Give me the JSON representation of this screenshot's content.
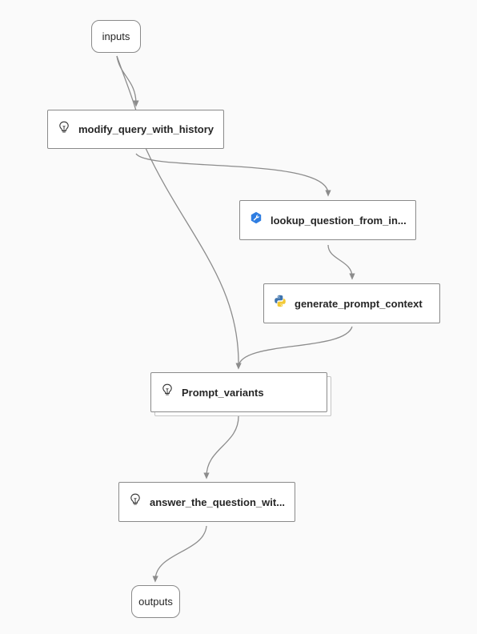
{
  "flow": {
    "inputs_label": "inputs",
    "outputs_label": "outputs",
    "nodes": [
      {
        "id": "modify_query_with_history",
        "label": "modify_query_with_history",
        "icon": "lightbulb-icon"
      },
      {
        "id": "lookup_question_from_index",
        "label": "lookup_question_from_in...",
        "icon": "wrench-icon"
      },
      {
        "id": "generate_prompt_context",
        "label": "generate_prompt_context",
        "icon": "python-icon"
      },
      {
        "id": "prompt_variants",
        "label": "Prompt_variants",
        "icon": "lightbulb-icon"
      },
      {
        "id": "answer_the_question",
        "label": "answer_the_question_wit...",
        "icon": "lightbulb-icon"
      }
    ]
  },
  "colors": {
    "edge": "#8c8c8c",
    "node_border": "#8a8a8a",
    "tool_icon_blue": "#2f7de1",
    "python_blue": "#3f74ad",
    "python_yellow": "#f2c935"
  }
}
